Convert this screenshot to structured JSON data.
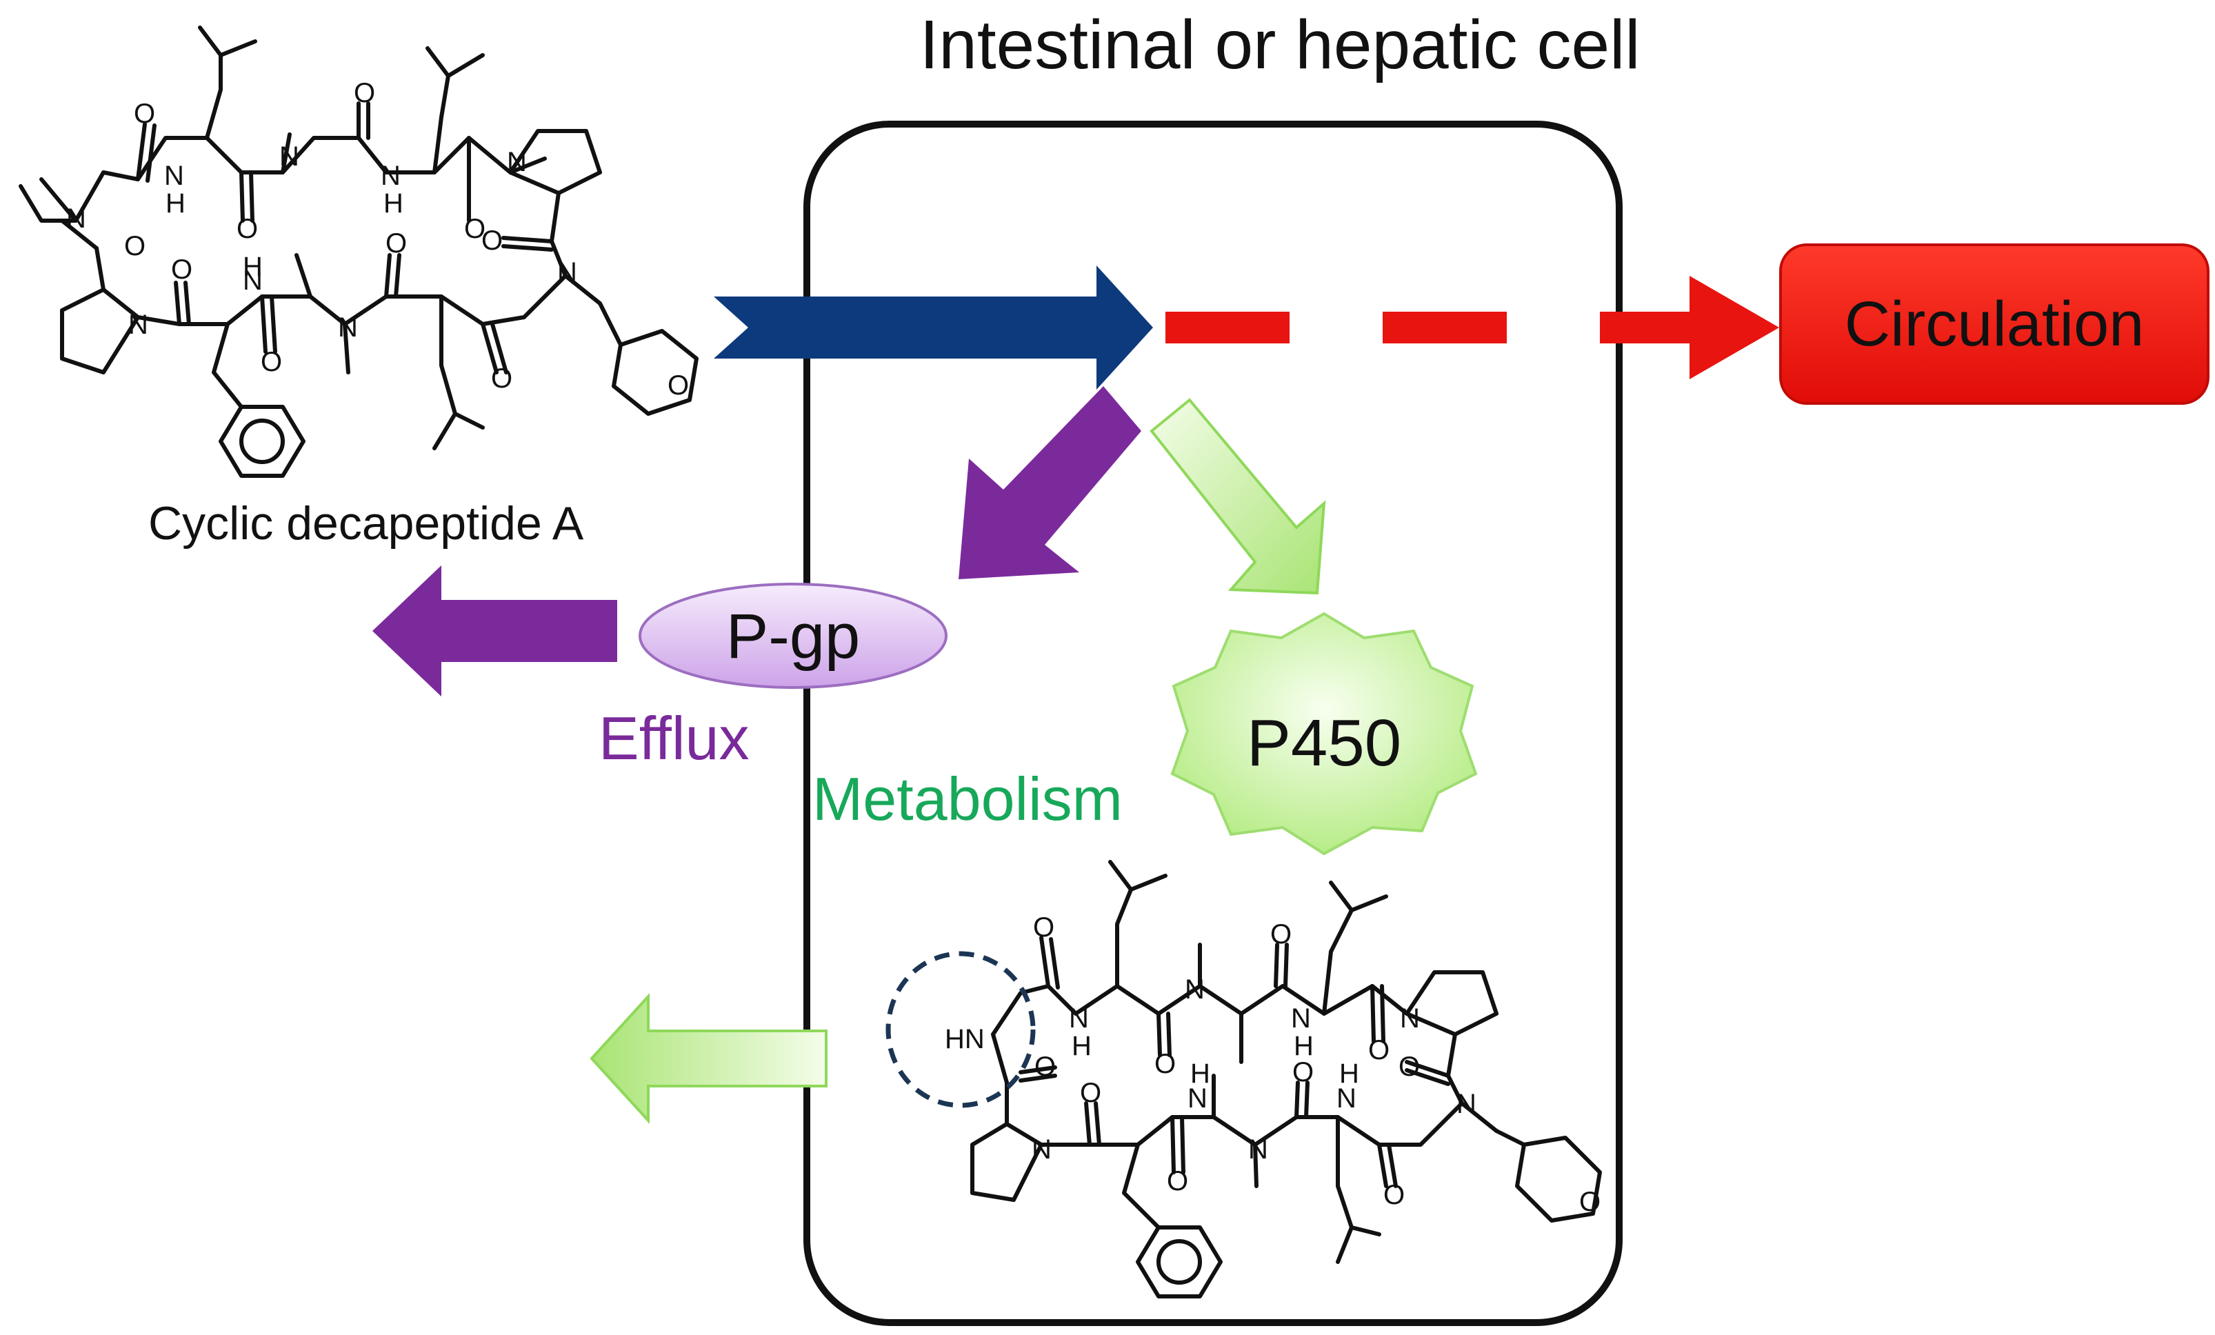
{
  "title": "Intestinal or hepatic cell",
  "compound_name": "Cyclic decapeptide A",
  "nodes": {
    "circulation": "Circulation",
    "pgp": "P-gp",
    "p450": "P450"
  },
  "labels": {
    "efflux": "Efflux",
    "metabolism": "Metabolism"
  },
  "atom_labels": {
    "O": "O",
    "N": "N",
    "H": "H",
    "HN": "HN"
  },
  "colors": {
    "absorption_arrow": "#0d3a7c",
    "circulation_red": "#e8140f",
    "efflux_purple": "#7b2a9c",
    "metabolism_green": "#17a85a",
    "light_green": "#b9ec8a",
    "pgp_fill": "#d9b7ee"
  }
}
